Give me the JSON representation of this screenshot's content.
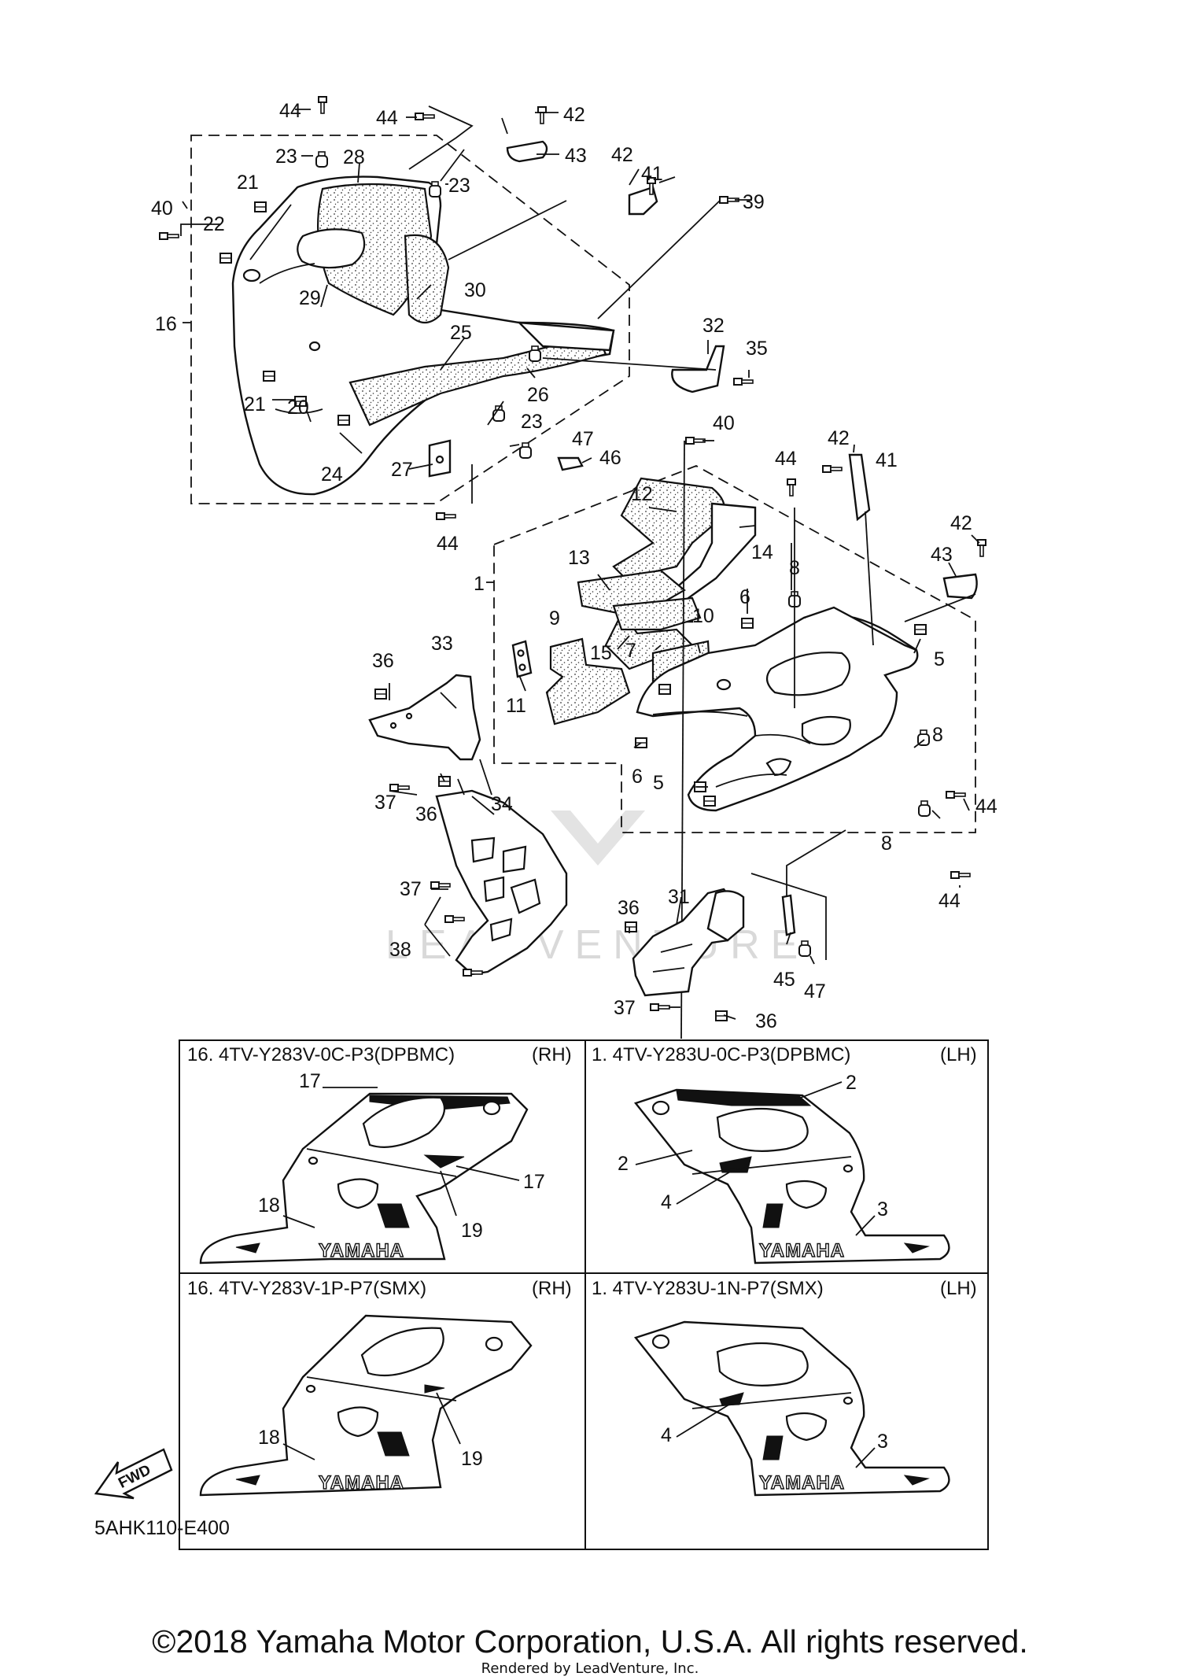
{
  "diagram": {
    "code": "5AHK110-E400",
    "watermark": "LEADVENTURE",
    "fwd_label": "FWD",
    "logo_text": "YAMAHA",
    "callouts": [
      "1",
      "2",
      "3",
      "4",
      "5",
      "6",
      "7",
      "8",
      "9",
      "10",
      "11",
      "12",
      "13",
      "14",
      "15",
      "16",
      "17",
      "18",
      "19",
      "20",
      "21",
      "22",
      "23",
      "24",
      "25",
      "26",
      "27",
      "28",
      "29",
      "30",
      "31",
      "32",
      "33",
      "34",
      "35",
      "36",
      "37",
      "38",
      "39",
      "40",
      "41",
      "42",
      "43",
      "44",
      "45",
      "46",
      "47"
    ],
    "variants": [
      {
        "title": "16. 4TV-Y283V-0C-P3(DPBMC)",
        "side": "(RH)",
        "labels": [
          "17",
          "17",
          "18",
          "19"
        ]
      },
      {
        "title": "1. 4TV-Y283U-0C-P3(DPBMC)",
        "side": "(LH)",
        "labels": [
          "2",
          "2",
          "3",
          "4"
        ]
      },
      {
        "title": "16. 4TV-Y283V-1P-P7(SMX)",
        "side": "(RH)",
        "labels": [
          "18",
          "19"
        ]
      },
      {
        "title": "1. 4TV-Y283U-1N-P7(SMX)",
        "side": "(LH)",
        "labels": [
          "3",
          "4"
        ]
      }
    ]
  },
  "footer": {
    "copyright": "©2018 Yamaha Motor Corporation, U.S.A. All rights reserved.",
    "rendered_by": "Rendered by LeadVenture, Inc."
  }
}
